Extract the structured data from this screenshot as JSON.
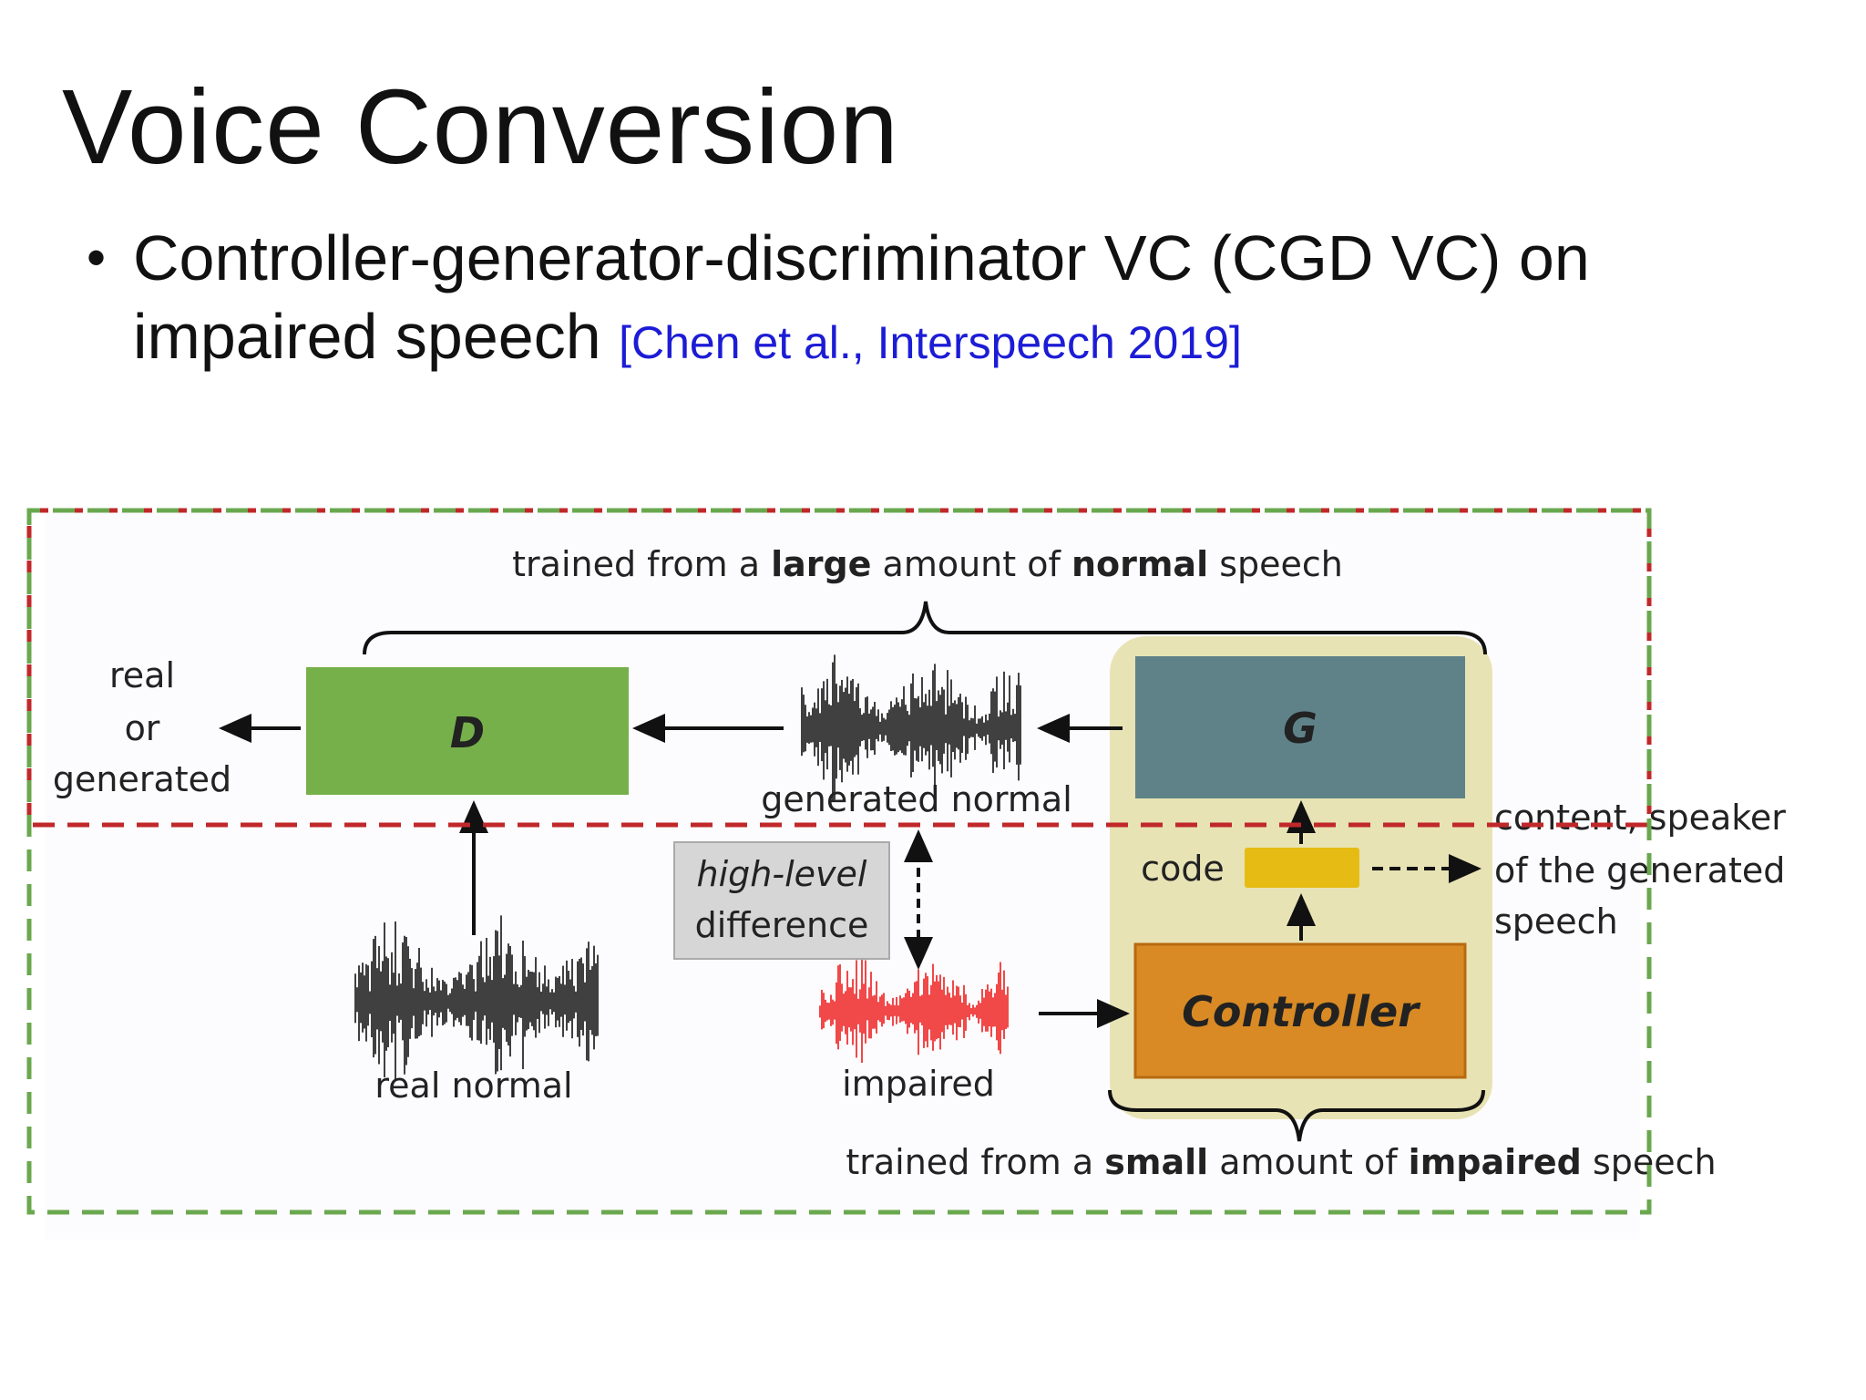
{
  "slide": {
    "title": "Voice Conversion",
    "bullet": "Controller-generator-discriminator VC (CGD VC) on impaired speech",
    "citation": "[Chen et al., Interspeech 2019]"
  },
  "diagram": {
    "top_brace_label_parts": [
      "trained from a ",
      "large",
      " amount of ",
      "normal",
      " speech"
    ],
    "bottom_brace_label_parts": [
      "trained from a ",
      "small",
      " amount of ",
      "impaired",
      " speech"
    ],
    "d_block": "D",
    "g_block": "G",
    "controller_block": "Controller",
    "code_label": "code",
    "output_label_lines": [
      "real",
      "or",
      "generated"
    ],
    "generated_normal_label": "generated normal",
    "real_normal_label": "real normal",
    "impaired_label": "impaired",
    "high_level_difference_lines": [
      "high-level",
      "difference"
    ],
    "content_speaker_lines": [
      "content, speaker",
      "of the generated",
      "speech"
    ],
    "colors": {
      "d_block": "#76b04a",
      "g_block": "#5f8289",
      "controller_block": "#d98a24",
      "code": "#e6bc14",
      "highlight": "#e8e3b4",
      "red_dash": "#c0282a",
      "green_dash": "#6aa84f",
      "citation": "#1c1cd6",
      "impaired_wave": "#ee1c1c"
    }
  }
}
